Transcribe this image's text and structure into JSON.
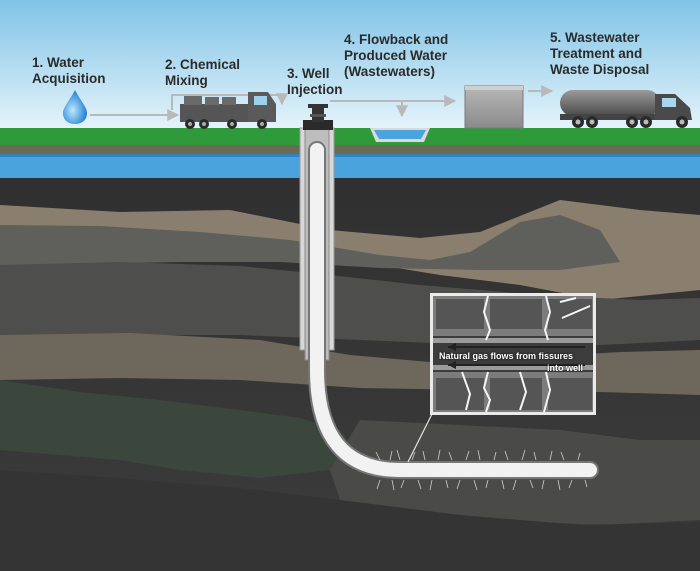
{
  "steps": [
    {
      "lines": [
        "1. Water",
        "Acquisition"
      ]
    },
    {
      "lines": [
        "2. Chemical",
        "Mixing"
      ]
    },
    {
      "lines": [
        "3. Well",
        "Injection"
      ]
    },
    {
      "lines": [
        "4. Flowback and",
        "Produced Water",
        "(Wastewaters)"
      ]
    },
    {
      "lines": [
        "5. Wastewater",
        "Treatment and",
        "Waste Disposal"
      ]
    }
  ],
  "inset": {
    "caption_line1": "Natural gas flows from fissures",
    "caption_line2": "into well"
  },
  "icons": [
    "water-drop-icon",
    "chemical-mixing-truck-icon",
    "wellhead-icon",
    "wastewater-pit-icon",
    "storage-tank-icon",
    "tanker-truck-icon"
  ],
  "colors": {
    "sky_top": "#7fc3e6",
    "grass": "#2f9a3a",
    "aquifer": "#4aa3dc",
    "rock_dark": "#3a3a3a",
    "rock_tan": "#8c8170",
    "well_pipe": "#f2f2f2"
  }
}
